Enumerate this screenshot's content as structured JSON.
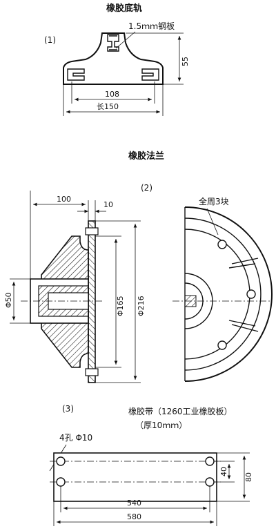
{
  "rail": {
    "title": "橡胶底轨",
    "part_no": "(1)",
    "steel_note": "1.5ｍｍ钢板",
    "height_dim": "55",
    "inner_width_dim": "108",
    "length_dim": "长150"
  },
  "flange": {
    "title": "橡胶法兰",
    "part_no": "(2)",
    "dim_depth": "100",
    "dim_plate": "10",
    "dim_shaft": "Φ50",
    "dim_mid": "Φ165",
    "dim_outer": "Φ216",
    "note_blocks": "全周3块"
  },
  "belt": {
    "part_no": "(3)",
    "title_line1": "橡胶带（1260工业橡胶板）",
    "title_line2": "（厚10ｍｍ）",
    "holes_note": "4孔 Φ10",
    "dim_inner_h": "40",
    "dim_outer_h": "80",
    "dim_inner_w": "540",
    "dim_outer_w": "580"
  }
}
